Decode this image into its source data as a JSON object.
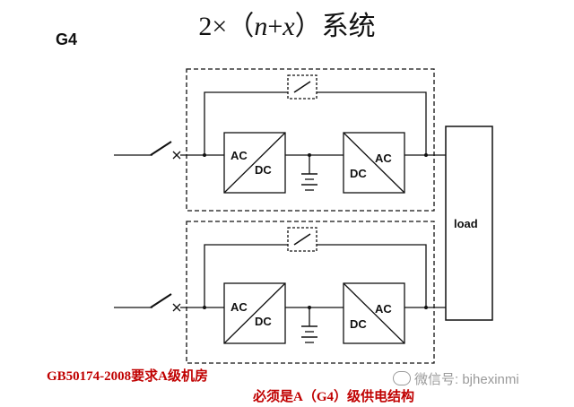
{
  "title": {
    "prefix": "2×（",
    "n": "n",
    "plus": "+",
    "x": "x",
    "suffix": "）系统"
  },
  "label_g4": "G4",
  "modules": [
    {
      "rectifier_in": "AC",
      "rectifier_out": "DC",
      "inverter_in": "DC",
      "inverter_out": "AC"
    },
    {
      "rectifier_in": "AC",
      "rectifier_out": "DC",
      "inverter_in": "DC",
      "inverter_out": "AC"
    }
  ],
  "load_label": "load",
  "requirement_line1": "GB50174-2008要求A级机房",
  "requirement_line2": "必须是A（G4）级供电结构",
  "watermark": "微信号: bjhexinmi"
}
